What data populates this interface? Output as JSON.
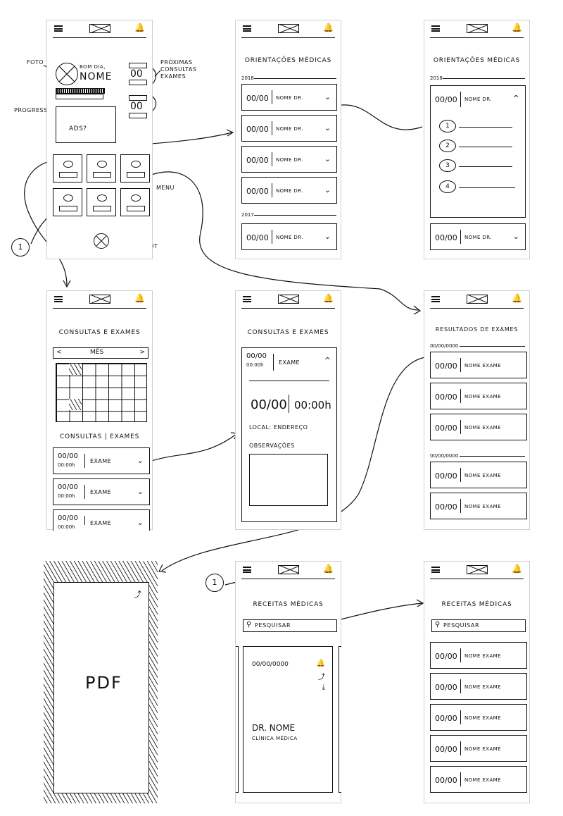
{
  "annotations": {
    "foto": "FOTO",
    "progresso": "PROGRESSO",
    "proximas": "PRÓXIMAS CONSULTAS EXAMES",
    "menu": "MENU",
    "chatbot": "CHAT BOT",
    "circle_1a": "1",
    "circle_1b": "1"
  },
  "home": {
    "greeting": "BOM DIA,",
    "name": "NOME",
    "ads": "ADS?",
    "list_date": "00"
  },
  "orientacoes": {
    "title": "ORIENTAÇÕES MÉDICAS",
    "year1": "2018",
    "year2": "2017",
    "date": "00/00",
    "name": "NOME DR.",
    "items": [
      "1",
      "2",
      "3",
      "4"
    ]
  },
  "consultas": {
    "title": "CONSULTAS E EXAMES",
    "prev": "<",
    "month": "MÊS",
    "next": ">",
    "subtitle": "CONSULTAS | EXAMES",
    "date": "00/00",
    "time": "00:00h",
    "exam": "EXAME",
    "big_date": "00/00",
    "big_time": "00:00h",
    "local": "LOCAL: ENDEREÇO",
    "obs": "OBSERVAÇÕES"
  },
  "resultados": {
    "title": "RESULTADOS DE EXAMES",
    "date_header": "00/00/0000",
    "date": "00/00",
    "name": "NOME EXAME"
  },
  "pdf": {
    "label": "PDF"
  },
  "receitas": {
    "title": "RECEITAS MÉDICAS",
    "search": "PESQUISAR",
    "card_date": "00/00/0000",
    "doctor": "DR. NOME",
    "clinic": "CLÍNICA MÉDICA",
    "date": "00/00",
    "name": "NOME EXAME"
  }
}
